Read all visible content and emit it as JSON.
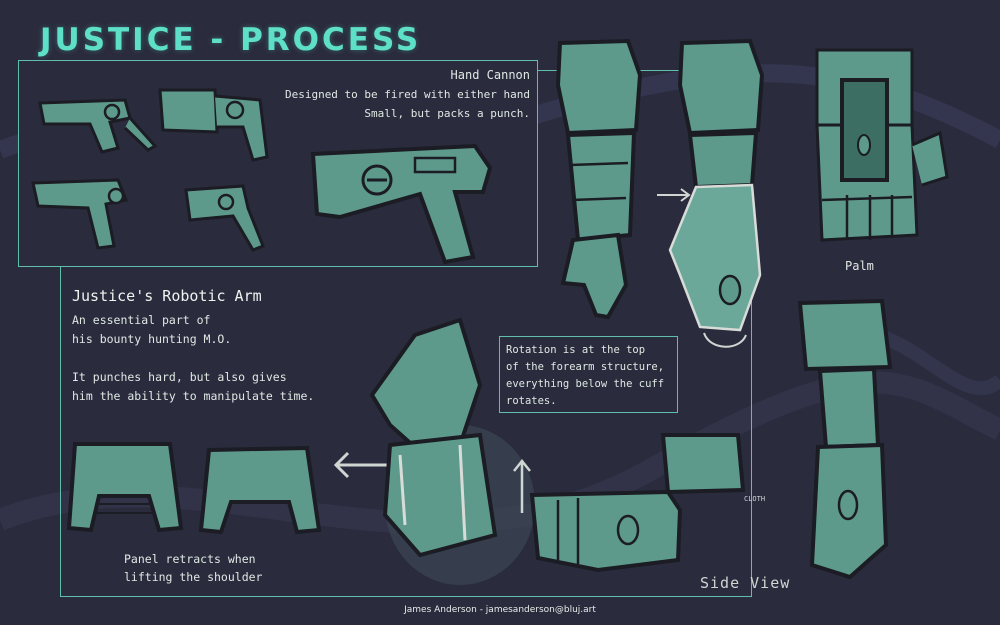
{
  "title": "JUSTICE - PROCESS",
  "hand_cannon": {
    "heading": "Hand Cannon",
    "line1": "Designed to be fired with either hand",
    "line2": "Small, but packs a punch."
  },
  "robotic_arm": {
    "heading": "Justice's Robotic Arm",
    "line1": "An essential part of",
    "line2": "his bounty hunting M.O.",
    "line3": "It punches hard, but also gives",
    "line4": "him the ability to manipulate time."
  },
  "rotation_note": {
    "line1": "Rotation is at the top",
    "line2": "of the forearm structure,",
    "line3": "everything below the cuff",
    "line4": "rotates."
  },
  "palm_label": "Palm",
  "panel_note": {
    "line1": "Panel retracts when",
    "line2": "lifting the shoulder"
  },
  "side_view_label": "Side View",
  "cloth_label": "CLOTH",
  "credit": "James Anderson - jamesanderson@bluj.art",
  "colors": {
    "background": "#2a2b3d",
    "accent": "#5ee0c8",
    "frame": "#5fbfab",
    "sketch_fill": "#5e9a8c",
    "ink": "#1b1c24",
    "text": "#dfe9e4"
  }
}
